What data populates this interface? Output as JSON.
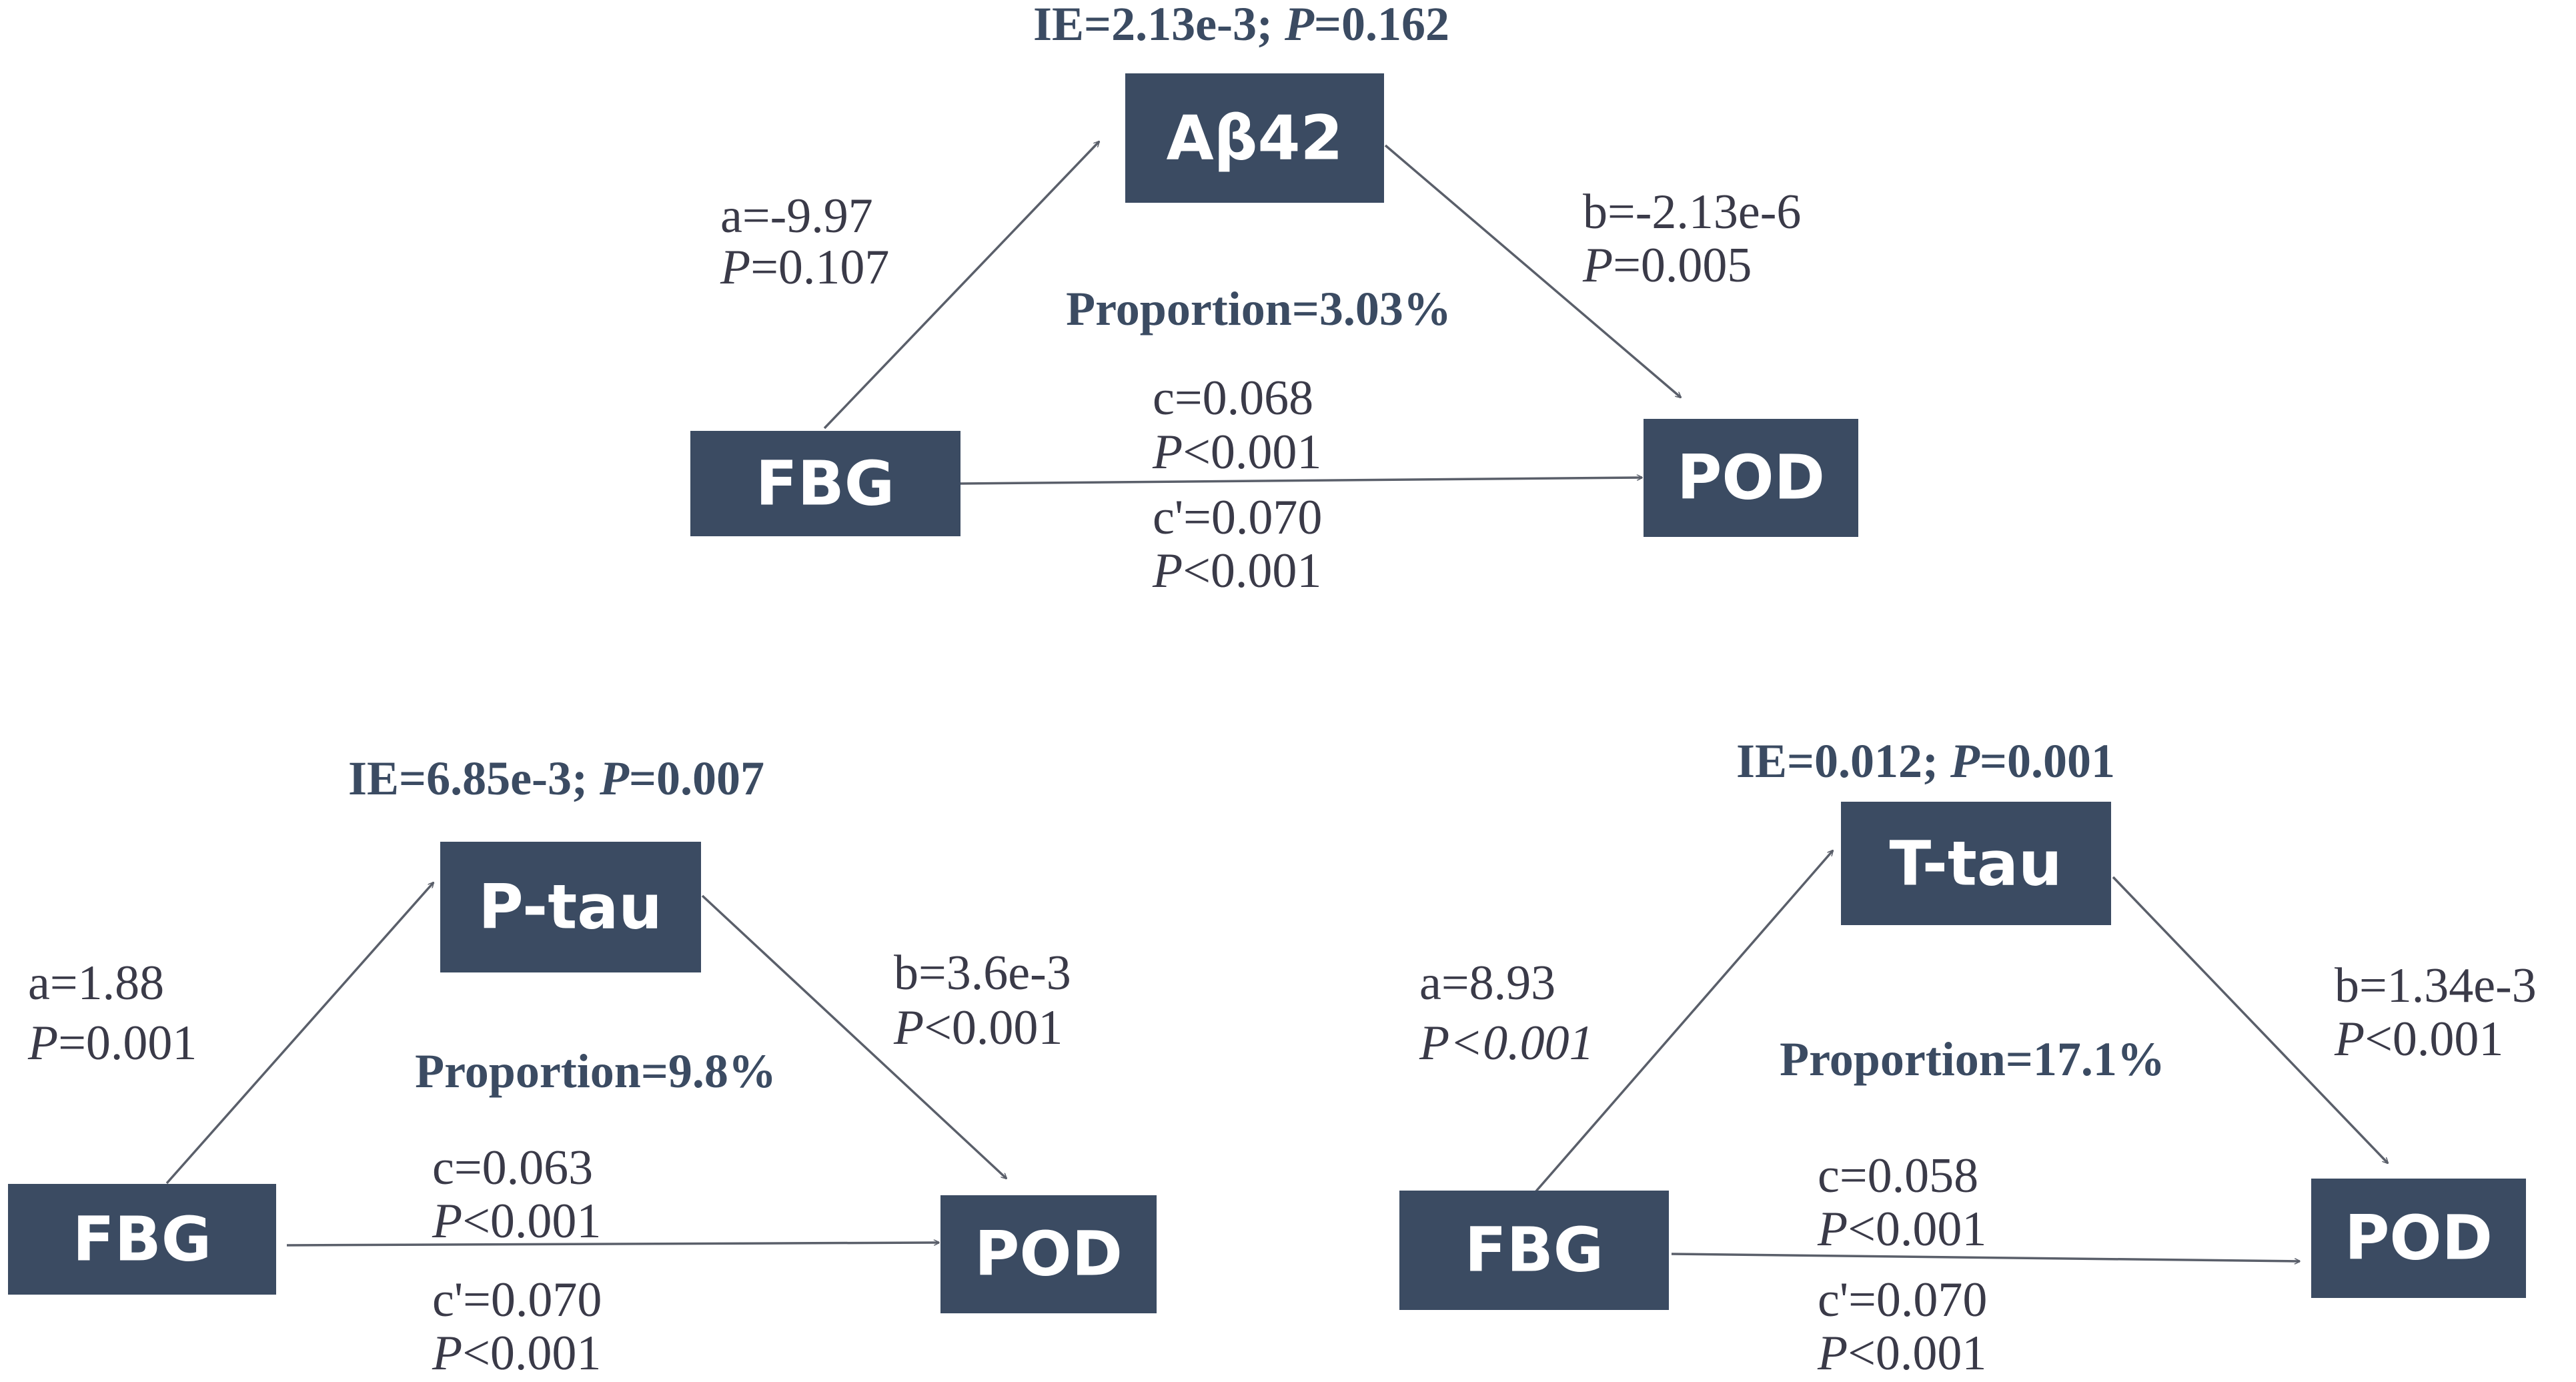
{
  "panels": [
    {
      "mediator": "Aβ42",
      "exposure": "FBG",
      "outcome": "POD",
      "ie_prefix": "IE=2.13e-3; ",
      "ie_p_symbol": "P",
      "ie_p_value": "=0.162",
      "path_a": "a=-9.97",
      "path_a_p_symbol": "P",
      "path_a_p_value": "=0.107",
      "path_b": "b=-2.13e-6",
      "path_b_p_symbol": "P",
      "path_b_p_value": "=0.005",
      "proportion": "Proportion=3.03%",
      "path_c": "c=0.068",
      "path_c_p_symbol": "P",
      "path_c_p_value": "<0.001",
      "path_c_prime": "c'=0.070",
      "path_c_prime_p_symbol": "P",
      "path_c_prime_p_value": "<0.001"
    },
    {
      "mediator": "P-tau",
      "exposure": "FBG",
      "outcome": "POD",
      "ie_prefix": "IE=6.85e-3; ",
      "ie_p_symbol": "P",
      "ie_p_value": "=0.007",
      "path_a": "a=1.88",
      "path_a_p_symbol": "P",
      "path_a_p_value": "=0.001",
      "path_b": "b=3.6e-3",
      "path_b_p_symbol": "P",
      "path_b_p_value": "<0.001",
      "proportion": "Proportion=9.8%",
      "path_c": "c=0.063",
      "path_c_p_symbol": "P",
      "path_c_p_value": "<0.001",
      "path_c_prime": "c'=0.070",
      "path_c_prime_p_symbol": "P",
      "path_c_prime_p_value": "<0.001"
    },
    {
      "mediator": "T-tau",
      "exposure": "FBG",
      "outcome": "POD",
      "ie_prefix": "IE=0.012; ",
      "ie_p_symbol": "P",
      "ie_p_value": "=0.001",
      "path_a": "a=8.93",
      "path_a_p_full": "P<0.001",
      "path_b": "b=1.34e-3",
      "path_b_p_symbol": "P",
      "path_b_p_value": "<0.001",
      "proportion": "Proportion=17.1%",
      "path_c": "c=0.058",
      "path_c_p_symbol": "P",
      "path_c_p_value": "<0.001",
      "path_c_prime": "c'=0.070",
      "path_c_prime_p_symbol": "P",
      "path_c_prime_p_value": "<0.001"
    }
  ],
  "colors": {
    "box_fill": "#3b4b62",
    "box_text": "#ffffff",
    "header_text": "#3b4b62",
    "coef_text": "#3a3a48",
    "arrow": "#5a5f6a"
  }
}
